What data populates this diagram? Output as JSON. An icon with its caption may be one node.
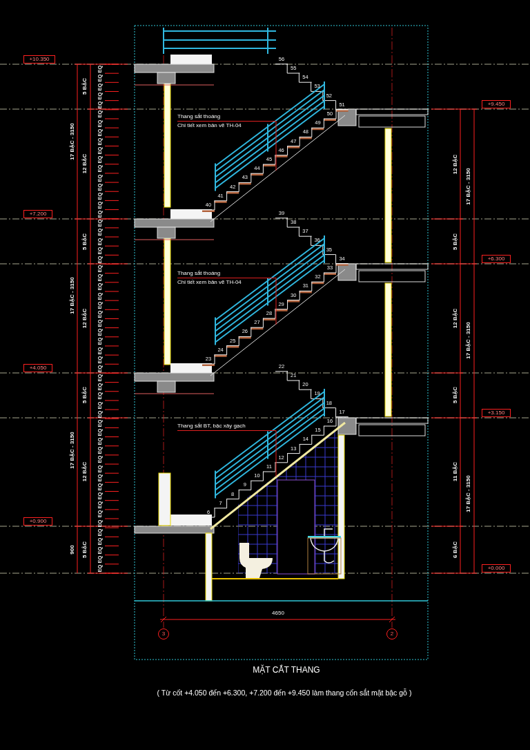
{
  "diagram": {
    "title": "MẶT CẮT THANG",
    "caption": "( Từ cốt +4.050 đến +6.300,  +7.200 đến +9.450 làm thang cốn sắt mặt bậc gỗ )",
    "nodes": [
      {
        "text": [
          "+10.350"
        ]
      },
      {
        "text": [
          "+7.200"
        ]
      },
      {
        "text": [
          "+4.050"
        ]
      },
      {
        "text": [
          "+0.900"
        ]
      },
      {
        "text": [
          "+9.450"
        ]
      },
      {
        "text": [
          "+6.300"
        ]
      },
      {
        "text": [
          "+3.150"
        ]
      },
      {
        "text": [
          "+0.000"
        ]
      },
      {
        "text": [
          "Thang sắt thoáng",
          "Chi tiết xem bản vẽ TH-04"
        ]
      },
      {
        "text": [
          "Thang sắt thoáng",
          "Chi tiết xem bản vẽ TH-04"
        ]
      },
      {
        "text": [
          "Thang sắt BT, bậc xây gạch"
        ]
      },
      {
        "text": [
          "3"
        ]
      },
      {
        "text": [
          "2"
        ]
      }
    ],
    "edges": [
      {
        "from": 8,
        "to": null,
        "arrow": "none"
      },
      {
        "from": 9,
        "to": null,
        "arrow": "none"
      },
      {
        "from": 10,
        "to": null,
        "arrow": "none"
      }
    ],
    "labels": [
      "5 BẬC",
      "17 BẬC - 3150",
      "12 BẬC",
      "5 BẬC",
      "17 BẬC - 3150",
      "12 BẬC",
      "5 BẬC",
      "17 BẬC - 3150",
      "12 BẬC",
      "900",
      "5 BẬC",
      "EQ",
      "EQ",
      "EQ",
      "EQ",
      "EQ",
      "EQ",
      "EQ",
      "EQ",
      "EQ",
      "EQ",
      "EQ",
      "EQ",
      "EQ",
      "EQ",
      "EQ",
      "EQ",
      "EQ",
      "EQ",
      "EQ",
      "EQ",
      "EQ",
      "EQ",
      "EQ",
      "EQ",
      "EQ",
      "EQ",
      "EQ",
      "EQ",
      "EQ",
      "EQ",
      "EQ",
      "EQ",
      "EQ",
      "EQ",
      "EQ",
      "EQ",
      "EQ",
      "EQ",
      "EQ",
      "EQ",
      "EQ",
      "EQ",
      "EQ",
      "EQ",
      "EQ",
      "EQ",
      "EQ",
      "EQ",
      "EQ",
      "EQ",
      "EQ",
      "EQ",
      "EQ",
      "EQ",
      "EQ",
      "EQ",
      "12 BẬC",
      "17 BẬC - 3150",
      "5 BẬC",
      "12 BẬC",
      "17 BẬC - 3150",
      "5 BẬC",
      "11 BẬC",
      "17 BẬC - 3150",
      "6 BẬC",
      "6",
      "7",
      "8",
      "9",
      "10",
      "11",
      "12",
      "13",
      "14",
      "15",
      "16",
      "17",
      "18",
      "19",
      "20",
      "21",
      "22",
      "23",
      "24",
      "25",
      "26",
      "27",
      "28",
      "29",
      "30",
      "31",
      "32",
      "33",
      "34",
      "35",
      "36",
      "37",
      "38",
      "39",
      "40",
      "41",
      "42",
      "43",
      "44",
      "45",
      "46",
      "47",
      "48",
      "49",
      "50",
      "51",
      "52",
      "53",
      "54",
      "55",
      "56",
      "4650"
    ]
  }
}
